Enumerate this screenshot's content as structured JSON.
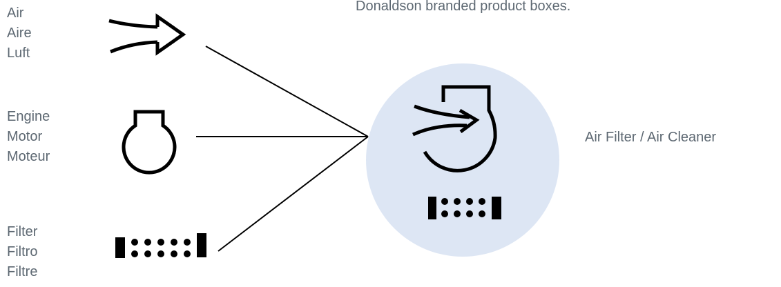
{
  "caption": "Donaldson branded product boxes.",
  "groups": [
    {
      "key": "air",
      "icon": "air-arrow-icon",
      "labels": [
        "Air",
        "Aire",
        "Luft"
      ]
    },
    {
      "key": "engine",
      "icon": "engine-icon",
      "labels": [
        "Engine",
        "Motor",
        "Moteur"
      ]
    },
    {
      "key": "filter",
      "icon": "filter-media-icon",
      "labels": [
        "Filter",
        "Filtro",
        "Filtre"
      ]
    }
  ],
  "result": {
    "label": "Air Filter / Air Cleaner",
    "icon": "air-filter-icon"
  },
  "colors": {
    "text": "#5d6872",
    "circle": "#dde6f4",
    "ink": "#000000"
  }
}
